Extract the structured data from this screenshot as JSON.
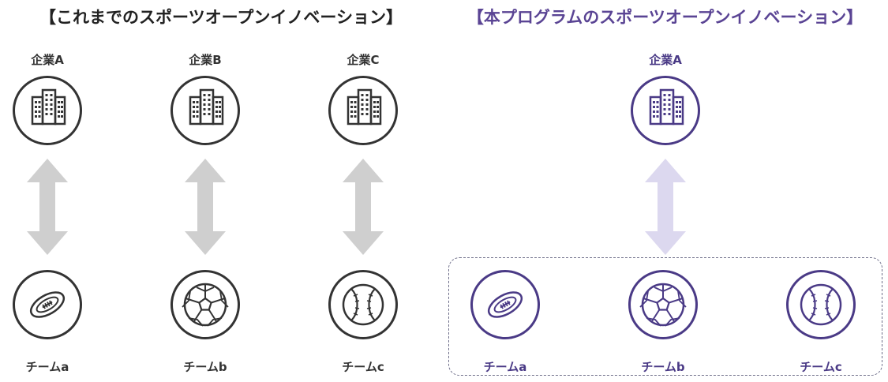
{
  "titles": {
    "left": "【これまでのスポーツオープンイノベーション】",
    "right": "【本プログラムのスポーツオープンイノベーション】"
  },
  "left": {
    "companies": [
      {
        "label": "企業A",
        "icon": "building-icon"
      },
      {
        "label": "企業B",
        "icon": "building-icon"
      },
      {
        "label": "企業C",
        "icon": "building-icon"
      }
    ],
    "teams": [
      {
        "label": "チームa",
        "icon": "football-icon"
      },
      {
        "label": "チームb",
        "icon": "soccer-ball-icon"
      },
      {
        "label": "チームc",
        "icon": "baseball-icon"
      }
    ]
  },
  "right": {
    "company": {
      "label": "企業A",
      "icon": "building-icon"
    },
    "teams": [
      {
        "label": "チームa",
        "icon": "football-icon"
      },
      {
        "label": "チームb",
        "icon": "soccer-ball-icon"
      },
      {
        "label": "チームc",
        "icon": "baseball-icon"
      }
    ]
  },
  "colors": {
    "gray_stroke": "#333333",
    "purple_stroke": "#4a3a86",
    "gray_arrow": "#cfcfcf",
    "purple_arrow": "#dcd8ef",
    "title_right": "#5a4494"
  }
}
